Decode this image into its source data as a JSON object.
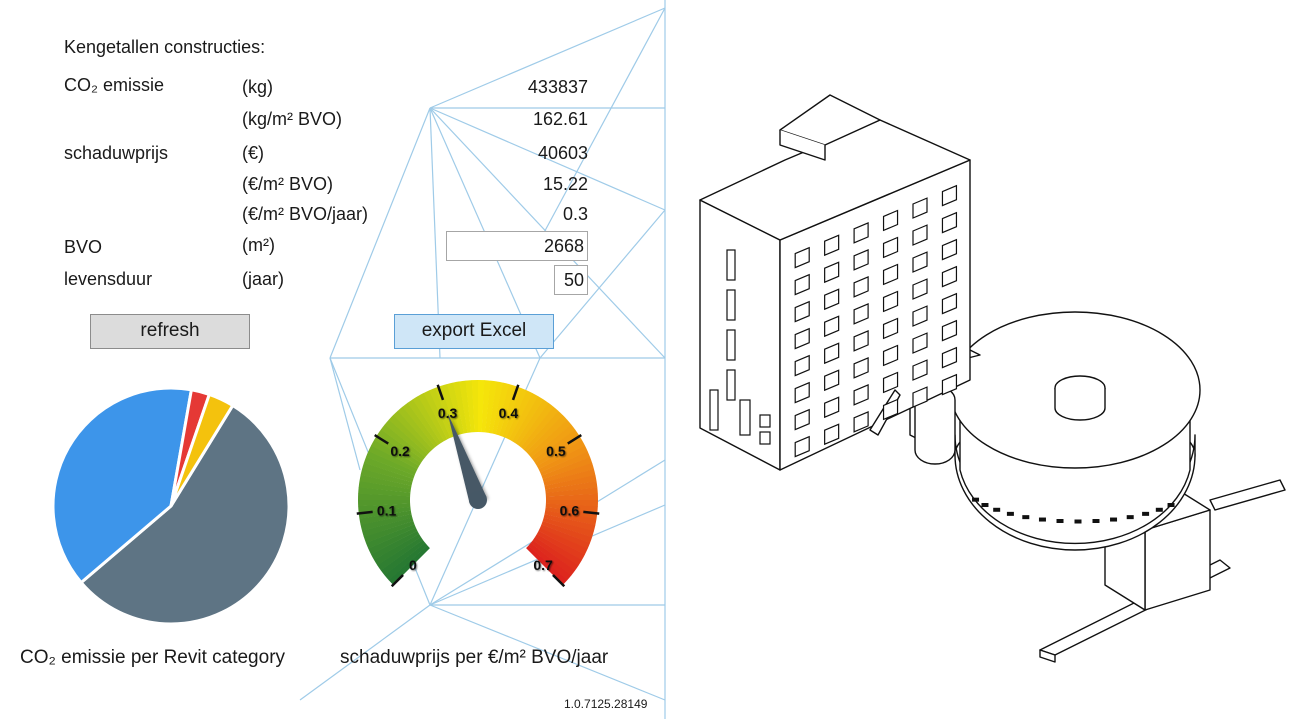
{
  "heading": "Kengetallen constructies:",
  "rows": [
    {
      "label": "CO₂ emissie",
      "unit": "(kg)",
      "value": "433837"
    },
    {
      "label": "",
      "unit": "(kg/m² BVO)",
      "value": "162.61"
    },
    {
      "label": "schaduwprijs",
      "unit": "(€)",
      "value": "40603"
    },
    {
      "label": "",
      "unit": "(€/m² BVO)",
      "value": "15.22"
    },
    {
      "label": "",
      "unit": "(€/m² BVO/jaar)",
      "value": "0.3"
    }
  ],
  "inputs": {
    "bvo": {
      "label": "BVO",
      "unit": "(m²)",
      "value": "2668"
    },
    "levensduur": {
      "label": "levensduur",
      "unit": "(jaar)",
      "value": "50"
    }
  },
  "buttons": {
    "refresh": "refresh",
    "export": "export Excel"
  },
  "pie_chart": {
    "caption": "CO₂ emissie per Revit category",
    "slices": [
      {
        "value": 55,
        "color": "#5e7484"
      },
      {
        "value": 39,
        "color": "#3d95ea"
      },
      {
        "value": 2.5,
        "color": "#e53935"
      },
      {
        "value": 3.5,
        "color": "#f4c20d"
      }
    ]
  },
  "gauge_chart": {
    "caption": "schaduwprijs per €/m² BVO/jaar",
    "min": 0,
    "max": 0.7,
    "value": 0.3,
    "ticks": [
      "0",
      "0.1",
      "0.2",
      "0.3",
      "0.4",
      "0.5",
      "0.6",
      "0.7"
    ]
  },
  "version": "1.0.7125.28149",
  "colors": {
    "background_lines": "#9fcbe8",
    "refresh_button": "#dcdcdc",
    "export_button": "#cfe6f7"
  },
  "building_image": "building-isometric-drawing"
}
